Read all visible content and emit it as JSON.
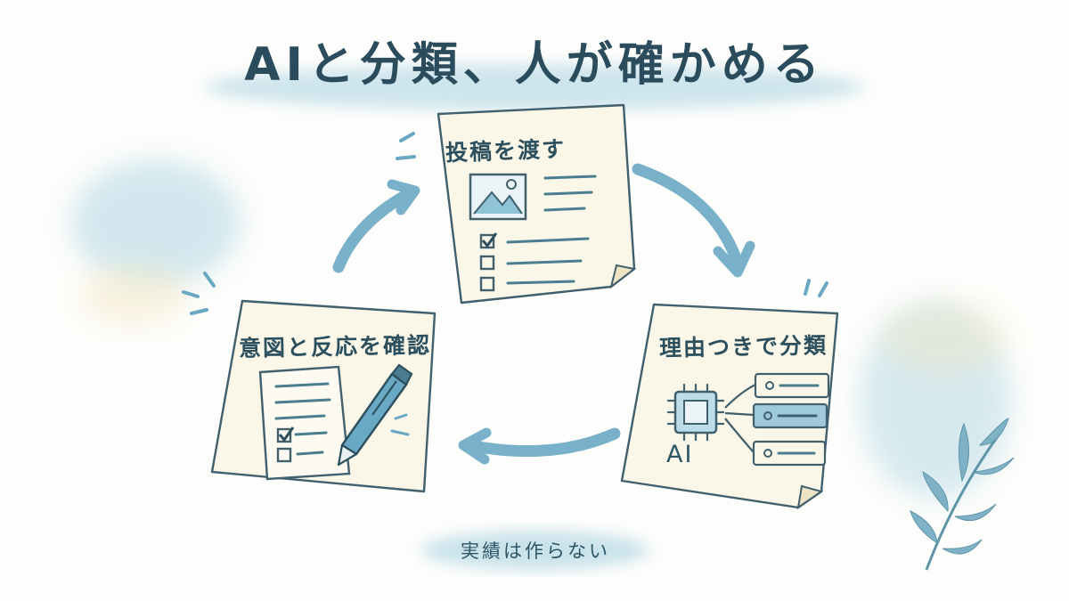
{
  "title": "AIと分類、人が確かめる",
  "steps": [
    {
      "label": "投稿を渡す"
    },
    {
      "label": "理由つきで分類"
    },
    {
      "label": "意図と反応を確認"
    }
  ],
  "ai_label": "AI",
  "footer_note": "実績は作らない",
  "colors": {
    "ink": "#2c4f5e",
    "watercolor_blue": "#8fc3d6",
    "paper": "#fbf7e8",
    "arrow": "#6aa9c4"
  }
}
